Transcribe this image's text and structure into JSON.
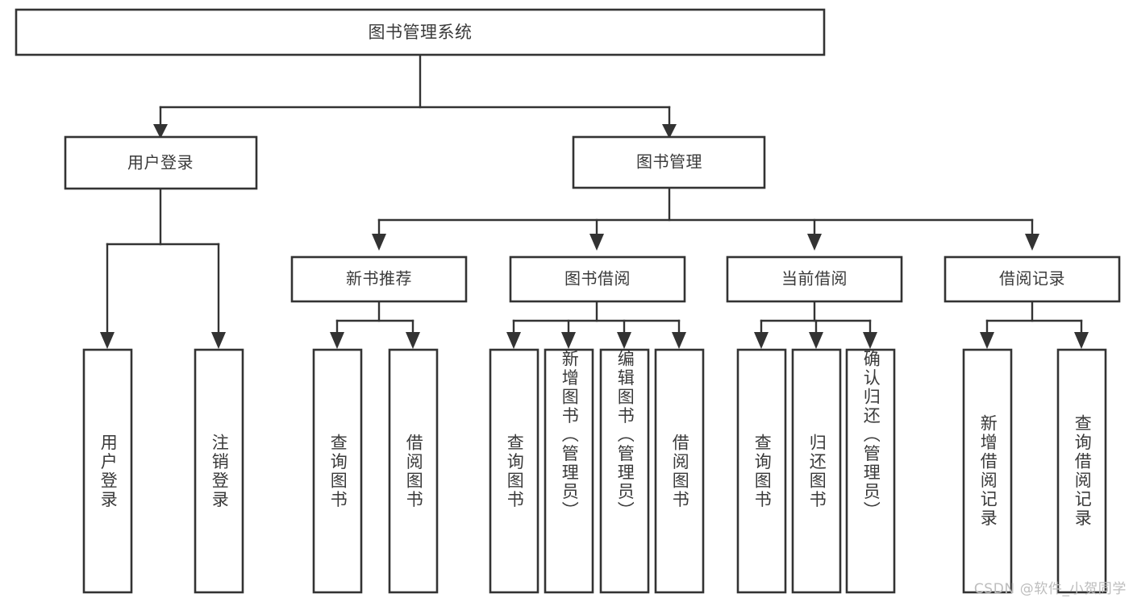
{
  "diagram": {
    "type": "hierarchy-tree",
    "title": "图书管理系统",
    "orientation": "top-down",
    "levels": 4,
    "colors": {
      "box_stroke": "#333333",
      "box_fill": "#ffffff",
      "text": "#3a3a3a",
      "connector": "#333333",
      "background": "#ffffff",
      "watermark": "#bdbdbd"
    }
  },
  "root": {
    "label": "图书管理系统"
  },
  "level2": [
    {
      "label": "用户登录"
    },
    {
      "label": "图书管理"
    }
  ],
  "level3": [
    {
      "label": "新书推荐"
    },
    {
      "label": "图书借阅"
    },
    {
      "label": "当前借阅"
    },
    {
      "label": "借阅记录"
    }
  ],
  "leaves": {
    "user_login": [
      {
        "label": "用户登录"
      },
      {
        "label": "注销登录"
      }
    ],
    "new_book_recommend": [
      {
        "label": "查询图书"
      },
      {
        "label": "借阅图书"
      }
    ],
    "book_borrow": [
      {
        "label": "查询图书"
      },
      {
        "label": "新增图书（管理员）"
      },
      {
        "label": "编辑图书（管理员）"
      },
      {
        "label": "借阅图书"
      }
    ],
    "current_borrow": [
      {
        "label": "查询图书"
      },
      {
        "label": "归还图书"
      },
      {
        "label": "确认归还（管理员）"
      }
    ],
    "borrow_record": [
      {
        "label": "新增借阅记录"
      },
      {
        "label": "查询借阅记录"
      }
    ]
  },
  "watermark": {
    "text": "CSDN @软件_小贺同学"
  }
}
